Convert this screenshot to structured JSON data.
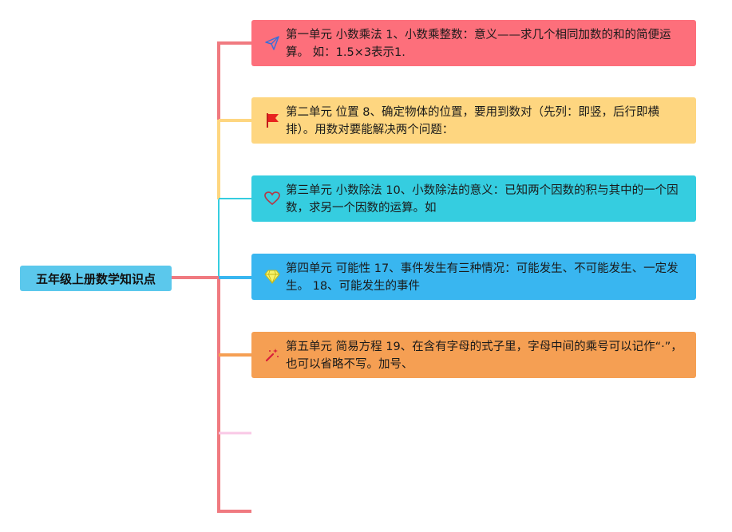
{
  "root": {
    "label": "五年级上册数学知识点",
    "color": "#5bc8ec"
  },
  "branches": [
    {
      "id": "unit1",
      "text": "第一单元 小数乘法  1、小数乘整数：意义——求几个相同加数的和的简便运算。 如：1.5×3表示1.",
      "color": "#fd6f7b",
      "icon": "paper-plane-icon"
    },
    {
      "id": "unit2",
      "text": "第二单元 位置 8、确定物体的位置，要用到数对（先列：即竖，后行即横排）。用数对要能解决两个问题：",
      "color": "#fed680",
      "icon": "red-flag-icon"
    },
    {
      "id": "unit3",
      "text": "第三单元 小数除法  10、小数除法的意义：已知两个因数的积与其中的一个因数，求另一个因数的运算。如",
      "color": "#35cde0",
      "icon": "heart-icon"
    },
    {
      "id": "unit4",
      "text": "第四单元 可能性 17、事件发生有三种情况：可能发生、不可能发生、一定发生。 18、可能发生的事件",
      "color": "#39b6f0",
      "icon": "diamond-icon"
    },
    {
      "id": "unit5",
      "text": "第五单元 简易方程 19、在含有字母的式子里，字母中间的乘号可以记作“·”，也可以省略不写。加号、",
      "color": "#f59f53",
      "icon": "magic-wand-icon"
    }
  ],
  "connector_colors": {
    "trunk": "#f07a80",
    "root_link": "#f07a80",
    "unit1": "#f07a80",
    "unit2": "#fed680",
    "unit3": "#35cde0",
    "unit4": "#39b6f0",
    "unit5": "#f59f53",
    "extra1": "#f9c8e6",
    "extra2": "#f07a80"
  }
}
